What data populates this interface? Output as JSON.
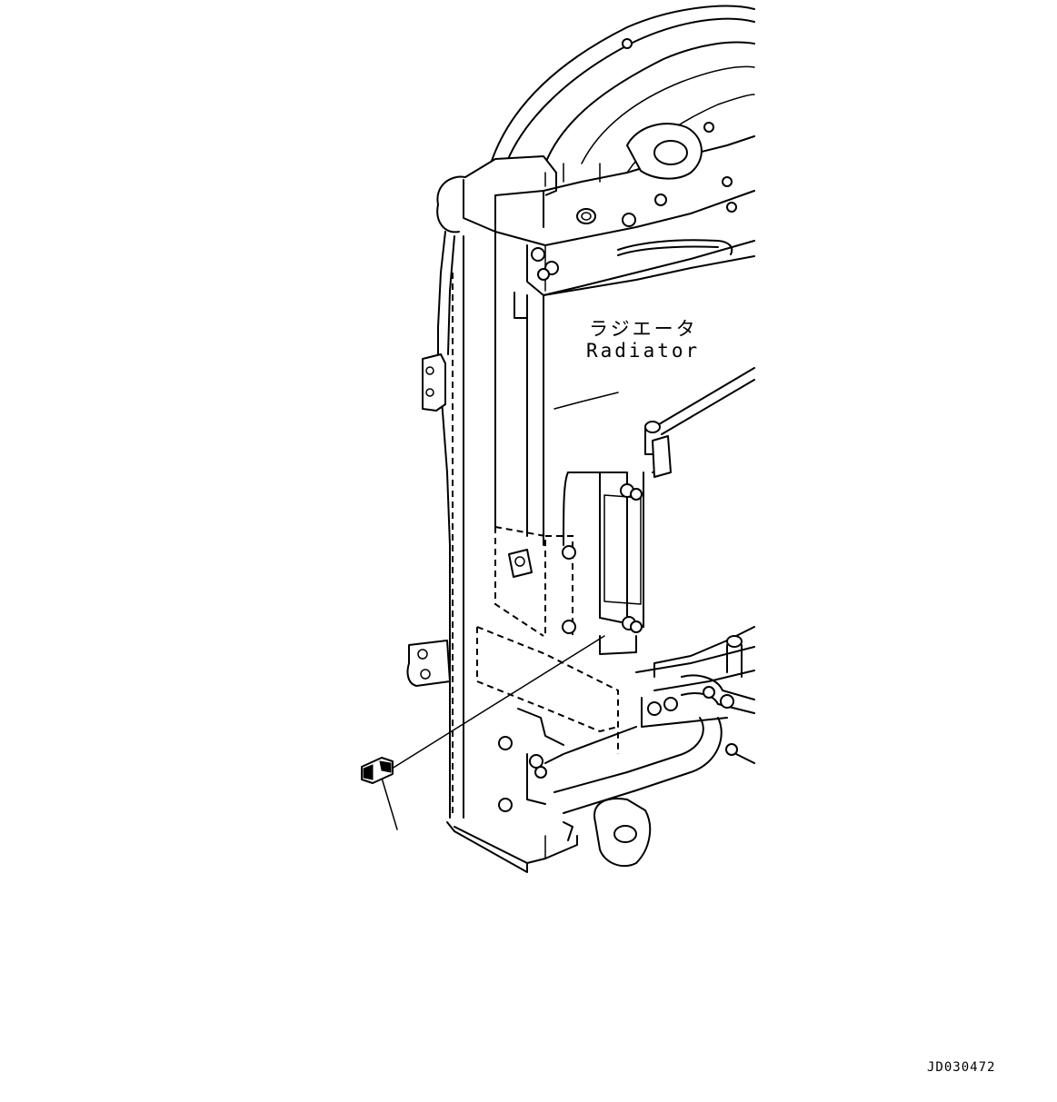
{
  "labels": {
    "component_jp": "ラジエータ",
    "component_en": "Radiator"
  },
  "drawing_number": "JD030472"
}
